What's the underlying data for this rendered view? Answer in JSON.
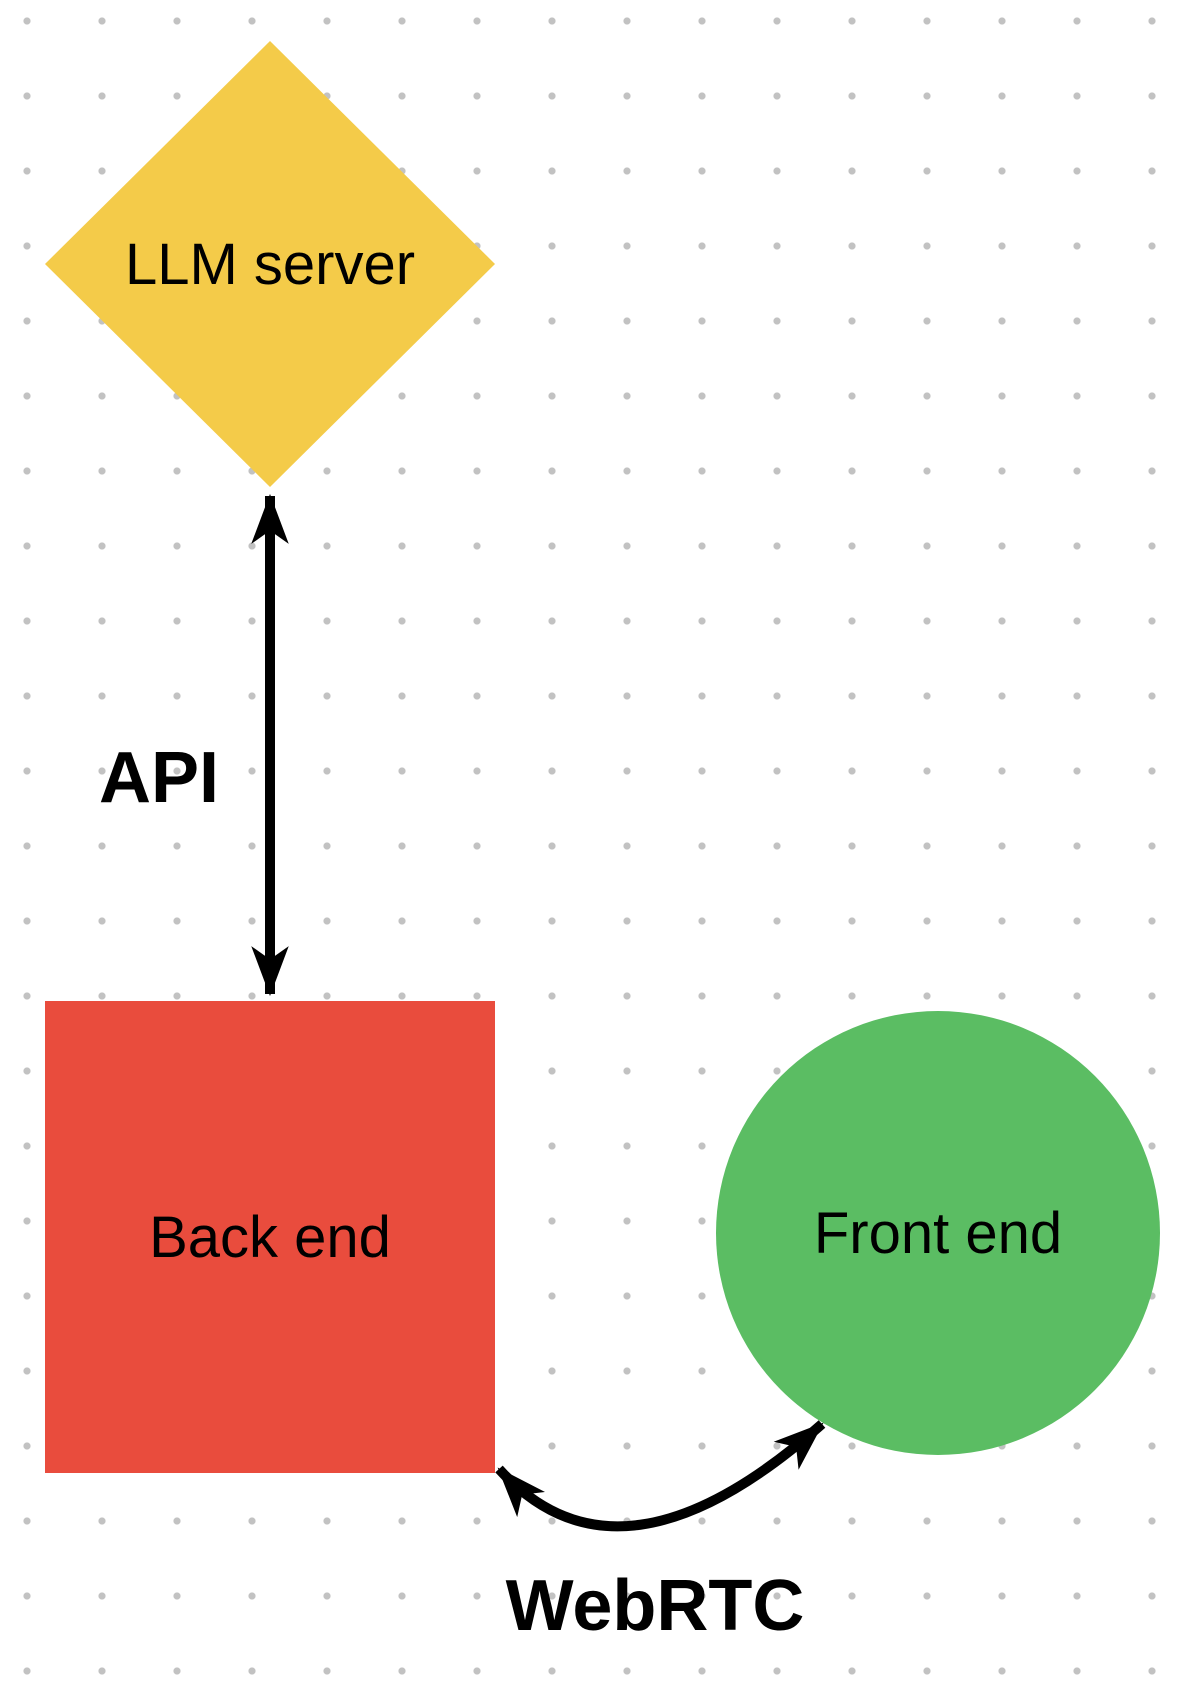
{
  "colors": {
    "background": "#ffffff",
    "dot_grid": "#c2c2c2",
    "arrow": "#000000",
    "text": "#000000"
  },
  "nodes": {
    "llm_server": {
      "label": "LLM server",
      "shape": "diamond",
      "color": "#f4cb49"
    },
    "back_end": {
      "label": "Back end",
      "shape": "square",
      "color": "#e94c3d"
    },
    "front_end": {
      "label": "Front end",
      "shape": "circle",
      "color": "#5bbd63"
    }
  },
  "connectors": {
    "api": {
      "label": "API",
      "type": "double-arrow-straight",
      "from": "llm_server",
      "to": "back_end"
    },
    "webrtc": {
      "label": "WebRTC",
      "type": "double-arrow-curved",
      "from": "back_end",
      "to": "front_end"
    }
  }
}
